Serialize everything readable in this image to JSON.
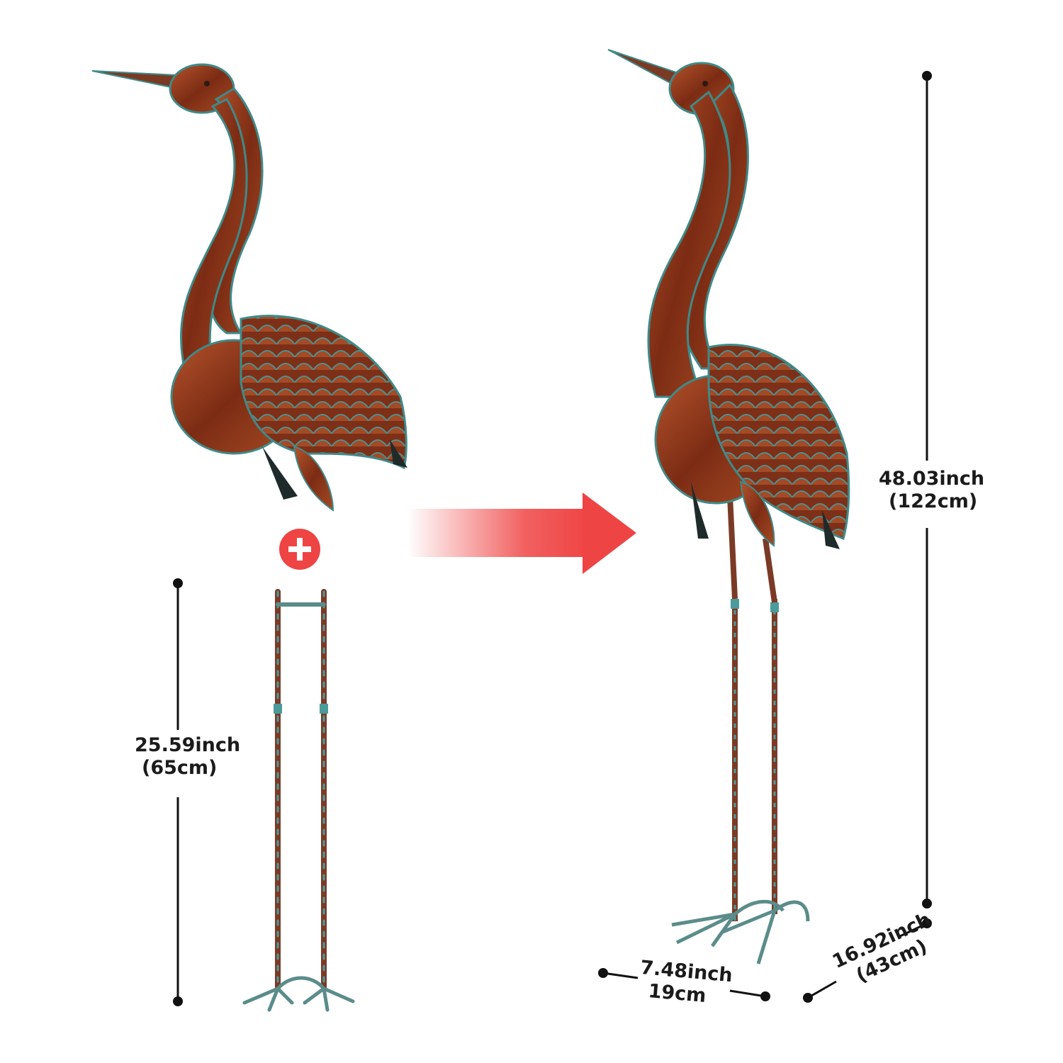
{
  "colors": {
    "copper": "#8e3a1e",
    "copper_light": "#c0643a",
    "patina": "#4c9b9a",
    "arrow_red": "#ef4444",
    "plus_red": "#ef4444",
    "line": "#111111"
  },
  "icons": {
    "plus": "plus-circle-icon",
    "arrow": "right-arrow-icon"
  },
  "legs_dimension": {
    "inch": "25.59inch",
    "cm": "(65cm)"
  },
  "height_dimension": {
    "inch": "48.03inch",
    "cm": "(122cm)"
  },
  "width_dimension": {
    "inch": "7.48inch",
    "cm": "19cm"
  },
  "depth_dimension": {
    "inch": "16.92inch",
    "cm": "(43cm)"
  }
}
